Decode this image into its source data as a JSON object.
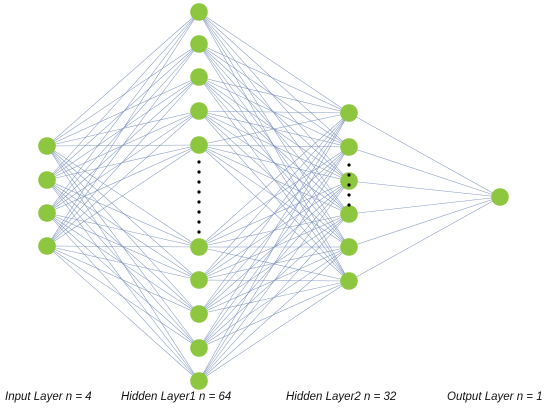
{
  "colors": {
    "node": "#8dc63f",
    "edge": "#6f86b8",
    "ellipsis": "#000000",
    "background": "#ffffff"
  },
  "layers": [
    {
      "id": "input",
      "label": "Input Layer",
      "n_text": "n = 4",
      "visible_nodes": 4,
      "ellipsis": false
    },
    {
      "id": "hidden1",
      "label": "Hidden Layer1",
      "n_text": "n = 64",
      "visible_nodes": 10,
      "ellipsis": true
    },
    {
      "id": "hidden2",
      "label": "Hidden Layer2",
      "n_text": "n = 32",
      "visible_nodes": 6,
      "ellipsis": true
    },
    {
      "id": "output",
      "label": "Output Layer",
      "n_text": "n = 1",
      "visible_nodes": 1,
      "ellipsis": false
    }
  ]
}
